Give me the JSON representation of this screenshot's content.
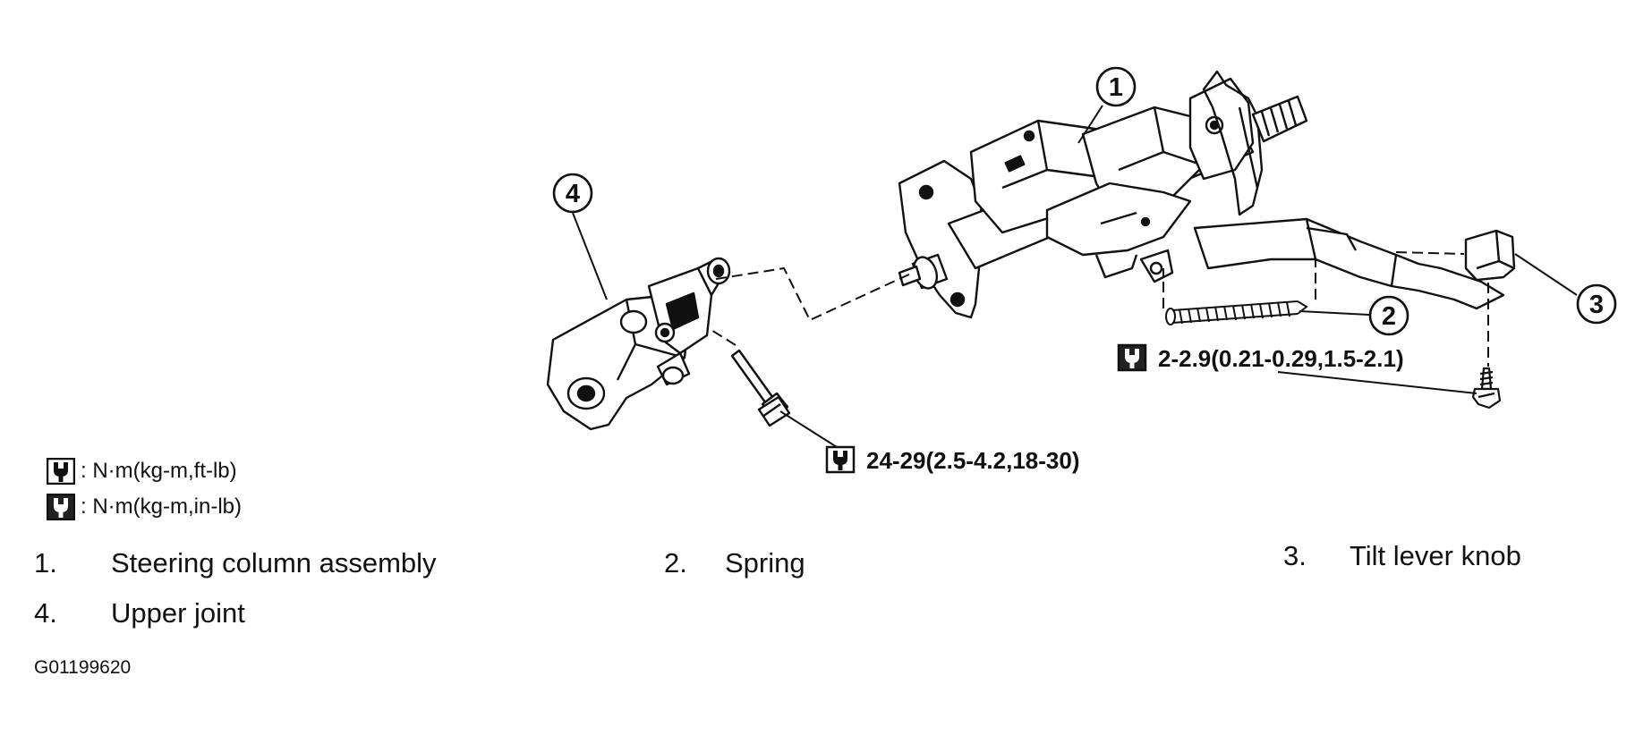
{
  "callouts": {
    "c1": "1",
    "c2": "2",
    "c3": "3",
    "c4": "4"
  },
  "torques": {
    "upper_joint_bolt": "24-29(2.5-4.2,18-30)",
    "knob_screw": "2-2.9(0.21-0.29,1.5-2.1)"
  },
  "legend": [
    {
      "icon": "torque-wrench-icon",
      "text": ": N·m(kg-m,ft-lb)"
    },
    {
      "icon": "torque-wrench-inlb-icon",
      "text": ": N·m(kg-m,in-lb)"
    }
  ],
  "parts": [
    {
      "number": "1.",
      "name": "Steering column assembly"
    },
    {
      "number": "2.",
      "name": "Spring"
    },
    {
      "number": "3.",
      "name": "Tilt lever knob"
    },
    {
      "number": "4.",
      "name": "Upper joint"
    }
  ],
  "figure_id": "G01199620",
  "colors": {
    "ink": "#111111",
    "paper": "#ffffff"
  }
}
